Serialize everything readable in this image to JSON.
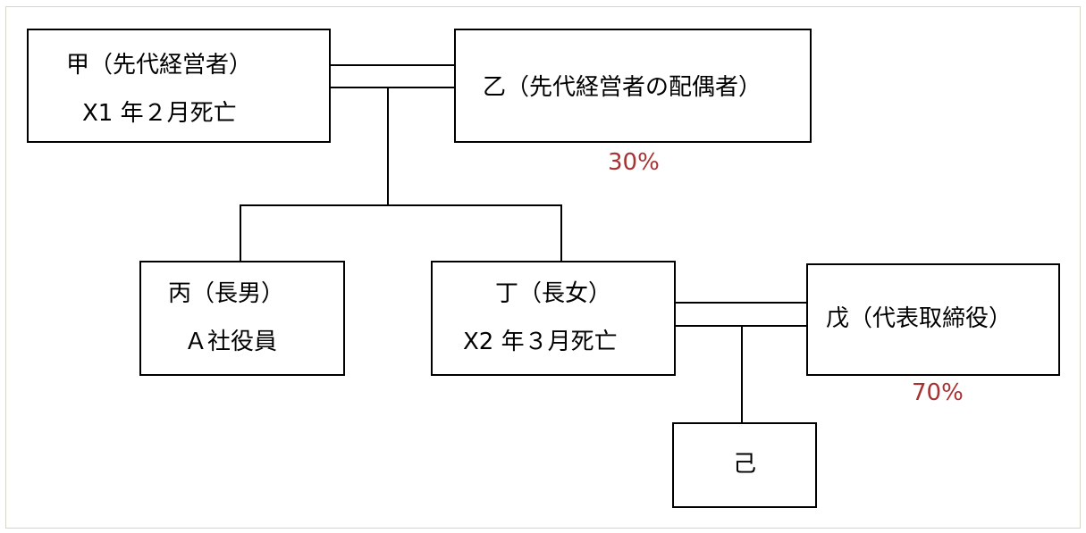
{
  "nodes": {
    "ko": {
      "line1": "甲（先代経営者）",
      "line2": "X1 年２月死亡"
    },
    "otsu": {
      "line1": "乙（先代経営者の配偶者）",
      "share": "30%"
    },
    "hei": {
      "line1": "丙（長男）",
      "line2": "Ａ社役員"
    },
    "tei": {
      "line1": "丁（長女）",
      "line2": "X2 年３月死亡"
    },
    "bo": {
      "line1": "戊（代表取締役）",
      "share": "70%"
    },
    "ki": {
      "line1": "己"
    }
  },
  "colors": {
    "line": "#000000",
    "share_text": "#a83232",
    "frame": "#d6d6c8"
  }
}
